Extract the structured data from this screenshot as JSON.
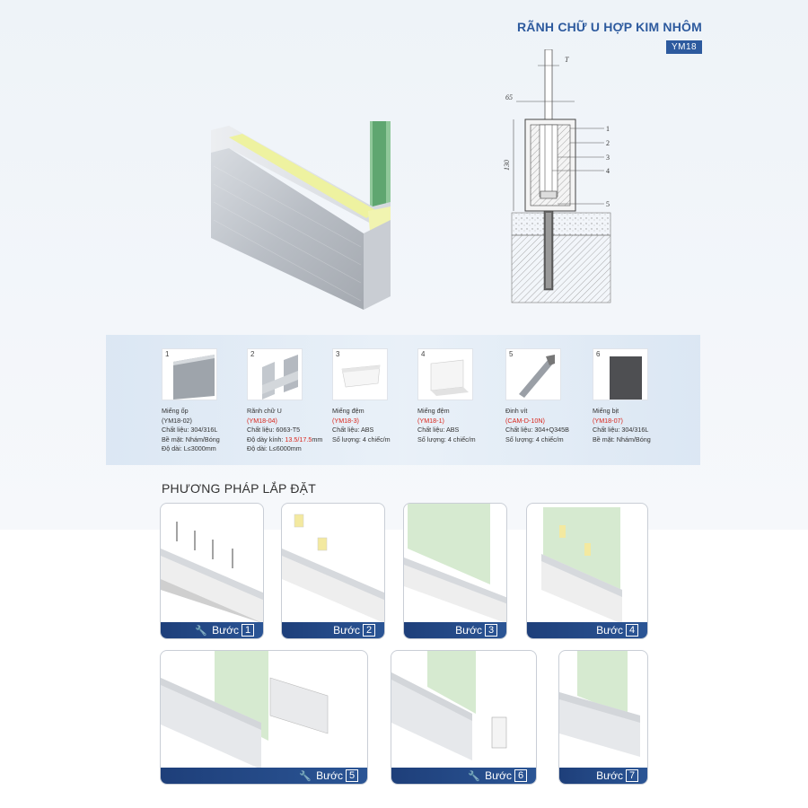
{
  "header": {
    "title": "RÃNH CHỮ U HỢP KIM NHÔM",
    "model": "YM18"
  },
  "drawing": {
    "width_label": "65",
    "height_label": "130",
    "thickness_label": "T",
    "callouts": [
      "1",
      "2",
      "3",
      "4",
      "5"
    ]
  },
  "parts": [
    {
      "num": "1",
      "lines": [
        "Miếng ốp",
        "(YM18-02)",
        "Chất liệu: 304/316L",
        "Bề mặt: Nhám/Bóng",
        "Độ dài: L≤3000mm"
      ]
    },
    {
      "num": "2",
      "lines": [
        "Rãnh chữ U",
        "(YM18-04)",
        "Chất liệu: 6063-T5"
      ],
      "thickness_prefix": "Độ dày kính: ",
      "thickness_value": "13.5/17.5",
      "thickness_suffix": "mm",
      "extra": "Độ dài: L≤6000mm"
    },
    {
      "num": "3",
      "lines": [
        "Miếng đệm",
        "(YM18-3)",
        "Chất liệu: ABS",
        "Số lượng: 4 chiếc/m"
      ]
    },
    {
      "num": "4",
      "lines": [
        "Miếng đệm",
        "(YM18-1)",
        "Chất liệu: ABS",
        "Số lượng: 4 chiếc/m"
      ]
    },
    {
      "num": "5",
      "lines": [
        "Đinh vít",
        "(CAM-D-10N)",
        "Chất liệu: 304+Q345B",
        "Số lượng: 4 chiếc/m"
      ]
    },
    {
      "num": "6",
      "lines": [
        "Miếng bịt",
        "(YM18-07)",
        "Chất liệu: 304/316L",
        "Bề mặt: Nhám/Bóng"
      ]
    }
  ],
  "method_title": "PHƯƠNG PHÁP LẮP ĐẶT",
  "steps": [
    {
      "label": "Bước",
      "num": "1"
    },
    {
      "label": "Bước",
      "num": "2"
    },
    {
      "label": "Bước",
      "num": "3"
    },
    {
      "label": "Bước",
      "num": "4"
    },
    {
      "label": "Bước",
      "num": "5"
    },
    {
      "label": "Bước",
      "num": "6"
    },
    {
      "label": "Bước",
      "num": "7"
    }
  ],
  "colors": {
    "accent": "#2d5a9e",
    "step_bar": "#1e3f7a",
    "highlight_red": "#d9261c",
    "glass": "#cfe6c8",
    "aluminum": "#c7ccd3"
  }
}
